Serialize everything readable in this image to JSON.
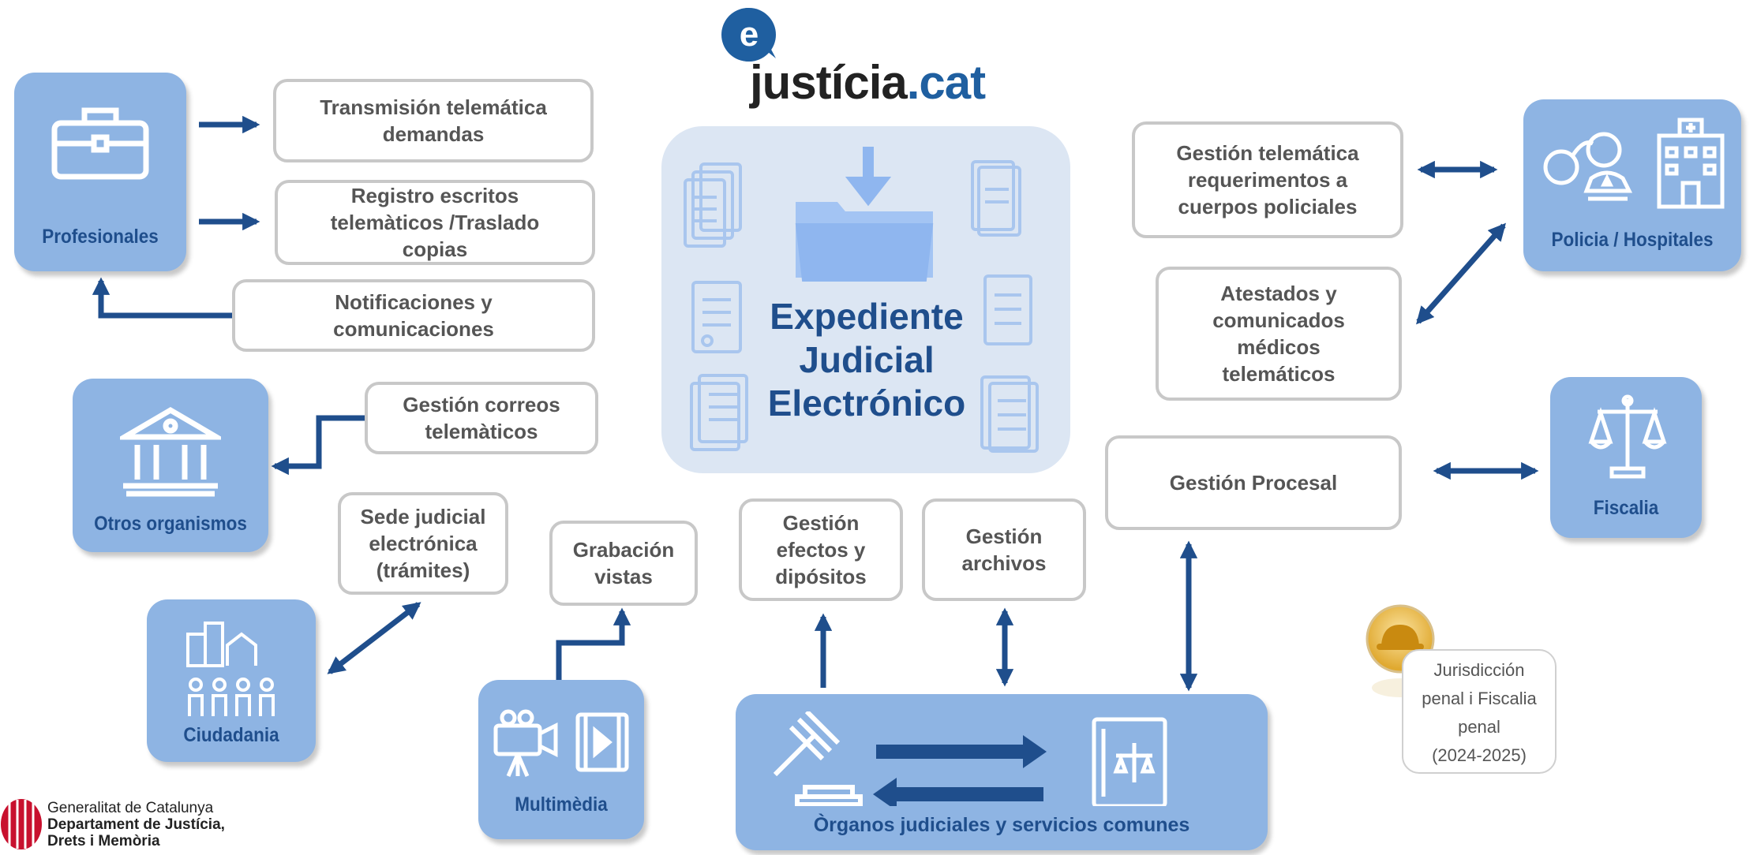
{
  "logo": {
    "e": "e",
    "brand_main": "justícia",
    "brand_suffix": ".cat"
  },
  "center": {
    "title": "Expediente\nJudicial\nElectrónico"
  },
  "actors": {
    "profesionales": "Profesionales",
    "otros_organismos": "Otros organismos",
    "ciudadania": "Ciudadania",
    "multimedia": "Multimèdia",
    "organos": "Òrganos judiciales y servicios comunes",
    "policia_hospitales": "Policia / Hospitales",
    "fiscalia": "Fiscalia"
  },
  "processes": {
    "transmision": "Transmisión telemática\ndemandas",
    "registro": "Registro escritos\ntelemàticos /Traslado\ncopias",
    "notificaciones": "Notificaciones y\ncomunicaciones",
    "correos": "Gestión correos\ntelemàticos",
    "sede": "Sede judicial\nelectrónica\n(trámites)",
    "grabacion": "Grabación\nvistas",
    "efectos": "Gestión\nefectos y\ndipósitos",
    "archivos": "Gestión\narchivos",
    "procesal": "Gestión Procesal",
    "requerimentos": "Gestión telemática\nrequerimentos a\ncuerpos policiales",
    "atestados": "Atestados y\ncomunicados\nmédicos\ntelemáticos"
  },
  "badge": {
    "text": "Jurisdicción\npenal i Fiscalia\npenal\n(2024-2025)"
  },
  "footer": {
    "line1": "Generalitat de Catalunya",
    "line2": "Departament de Justícia,",
    "line3": "Drets i Memòria"
  },
  "colors": {
    "actor_fill": "#8eb4e3",
    "arrow": "#1f4e8c",
    "panel": "#dce6f3",
    "box_border": "#c8c8c8",
    "title": "#1f4e8c"
  }
}
